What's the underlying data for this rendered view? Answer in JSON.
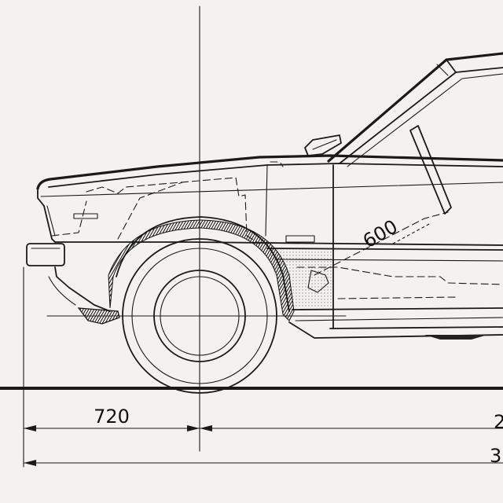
{
  "dimensions": {
    "front_overhang": "720",
    "wheelbase_partial": "2",
    "overall_partial": "3",
    "seat_callout": "600"
  },
  "colors": {
    "paper": "#f3f2f0",
    "ink": "#1a1a1a"
  }
}
